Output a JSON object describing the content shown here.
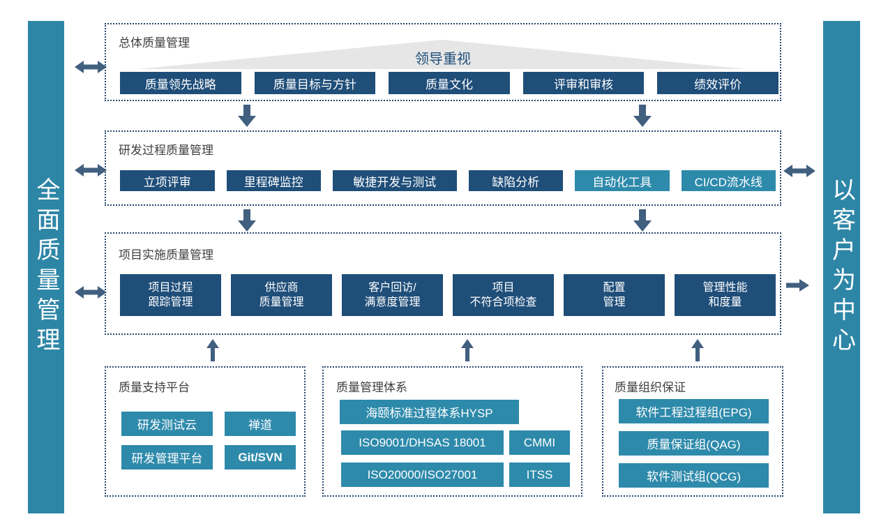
{
  "left_bar": {
    "label": "全面质量管理"
  },
  "right_bar": {
    "label": "以客户为中心"
  },
  "sections": {
    "overall": {
      "title": "总体质量管理",
      "banner": "领导重视",
      "items": [
        "质量领先战略",
        "质量目标与方针",
        "质量文化",
        "评审和审核",
        "绩效评价"
      ]
    },
    "rd_process": {
      "title": "研发过程质量管理",
      "items": [
        {
          "label": "立项评审",
          "style": "dark"
        },
        {
          "label": "里程碑监控",
          "style": "dark"
        },
        {
          "label": "敏捷开发与测试",
          "style": "dark"
        },
        {
          "label": "缺陷分析",
          "style": "dark"
        },
        {
          "label": "自动化工具",
          "style": "teal"
        },
        {
          "label": "CI/CD流水线",
          "style": "teal"
        }
      ]
    },
    "project_impl": {
      "title": "项目实施质量管理",
      "items": [
        {
          "line1": "项目过程",
          "line2": "跟踪管理"
        },
        {
          "line1": "供应商",
          "line2": "质量管理"
        },
        {
          "line1": "客户回访/",
          "line2": "满意度管理"
        },
        {
          "line1": "项目",
          "line2": "不符合项检查"
        },
        {
          "line1": "配置",
          "line2": "管理"
        },
        {
          "line1": "管理性能",
          "line2": "和度量"
        }
      ]
    },
    "support_platform": {
      "title": "质量支持平台",
      "items": [
        "研发测试云",
        "禅道",
        "研发管理平台",
        "Git/SVN"
      ]
    },
    "quality_system": {
      "title": "质量管理体系",
      "banner": "海颐标准过程体系HYSP",
      "rows": [
        {
          "left": "ISO9001/DHSAS 18001",
          "right": "CMMI"
        },
        {
          "left": "ISO20000/ISO27001",
          "right": "ITSS"
        }
      ]
    },
    "quality_org": {
      "title": "质量组织保证",
      "items": [
        "软件工程过程组(EPG)",
        "质量保证组(QAG)",
        "软件测试组(QCG)"
      ]
    }
  },
  "colors": {
    "dark_blue": "#1f4e79",
    "teal": "#2e8aab",
    "bar_teal": "#2e86a7",
    "arrow": "#415f7f",
    "dotted_border": "#25466b",
    "triangle_gray": "#e6e6e6",
    "title_text": "#3f3f3f",
    "banner_text": "#1f4e79"
  }
}
